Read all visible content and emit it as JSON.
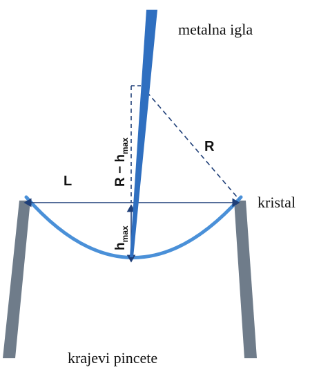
{
  "labels": {
    "needle": "metalna igla",
    "crystal": "kristal",
    "tweezers": "krajevi pincete",
    "half_span": "L",
    "radius": "R",
    "offset": "R − h",
    "offset_sub": "max",
    "depth": "h",
    "depth_sub": "max"
  },
  "colors": {
    "needle": "#2f6fc0",
    "crystal": "#4a90d8",
    "tweezers": "#6f7c8a",
    "dimension_line": "#1f3f78"
  }
}
